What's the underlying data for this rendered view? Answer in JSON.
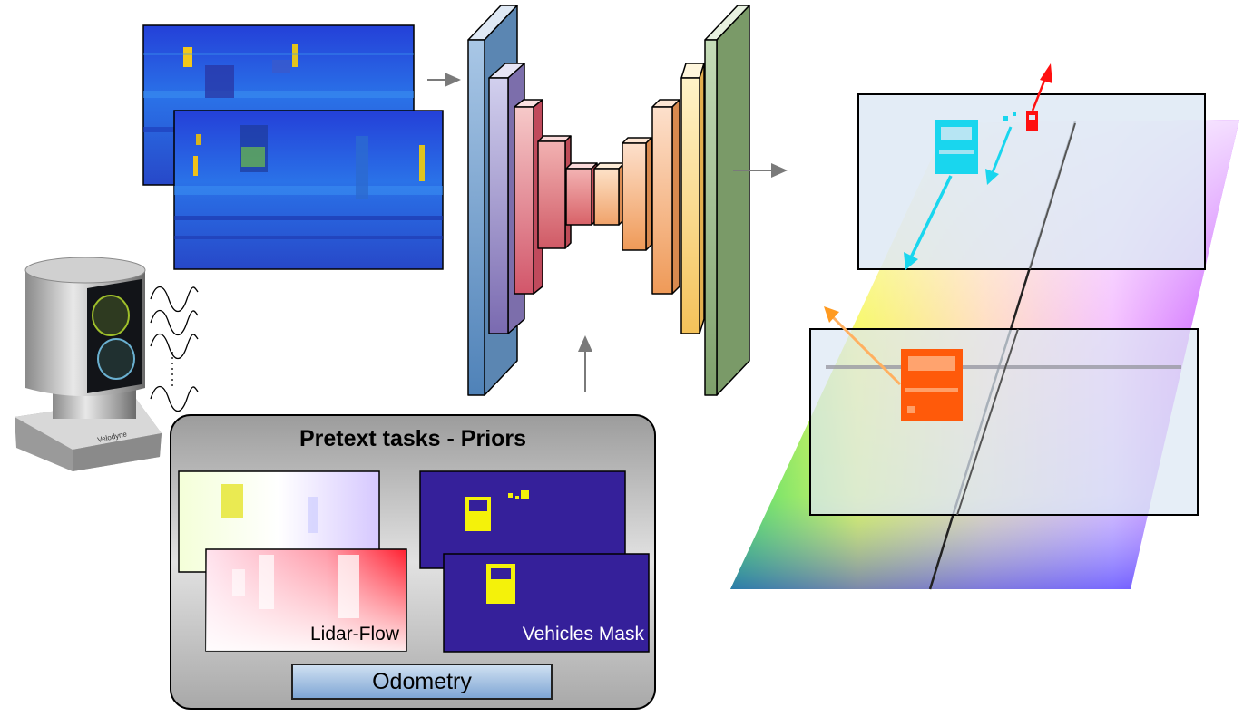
{
  "panel": {
    "title": "Pretext tasks - Priors",
    "lidar_flow_label": "Lidar-Flow",
    "vehicles_mask_label": "Vehicles Mask",
    "odometry_label": "Odometry"
  },
  "sensor": {
    "brand": "Velodyne"
  },
  "colors": {
    "range_image": "#2a5fe0",
    "mask_background": "#35209a",
    "mask_vehicle": "#f4f20a",
    "moving_car_cyan": "#19d6ee",
    "static_car_orange": "#ff5a0a",
    "arrow_red": "#ff1010",
    "arrow_orange": "#ff9a20",
    "odometry_fill": "#9dbde0",
    "panel_background": "#cccccc"
  }
}
